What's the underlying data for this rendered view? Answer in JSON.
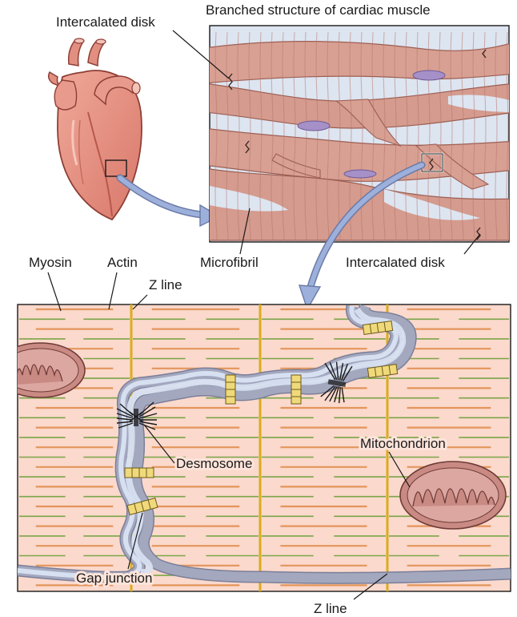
{
  "labels": {
    "intercalated_disk_top": "Intercalated disk",
    "branched_title": "Branched structure of cardiac muscle",
    "myosin": "Myosin",
    "actin": "Actin",
    "microfibril": "Microfibril",
    "intercalated_disk_bottom": "Intercalated disk",
    "z_line_top": "Z line",
    "desmosome": "Desmosome",
    "mitochondrion": "Mitochondrion",
    "gap_junction": "Gap junction",
    "z_line_bottom": "Z line"
  },
  "colors": {
    "heart": "#e9998a",
    "heart_dark": "#b5554a",
    "fiber": "#d9a296",
    "fiber_bg": "#dde5f1",
    "sarcomere_bg": "#fbd9cc",
    "myosin": "#e3955c",
    "actin": "#7ba54a",
    "z_line": "#d9ad1e",
    "membrane": "#a3a8bf",
    "cell_gap": "#d7e0f1",
    "gap_junction": "#f0d97a",
    "mitochondrion": "#c98a84",
    "nucleus": "#a690c8",
    "arrow": "#9db0dc"
  },
  "icons": {
    "heart": "heart-illustration",
    "desmosome": "desmosome-icon",
    "gap_junction": "gap-junction-icon",
    "mitochondrion": "mitochondrion-icon"
  }
}
